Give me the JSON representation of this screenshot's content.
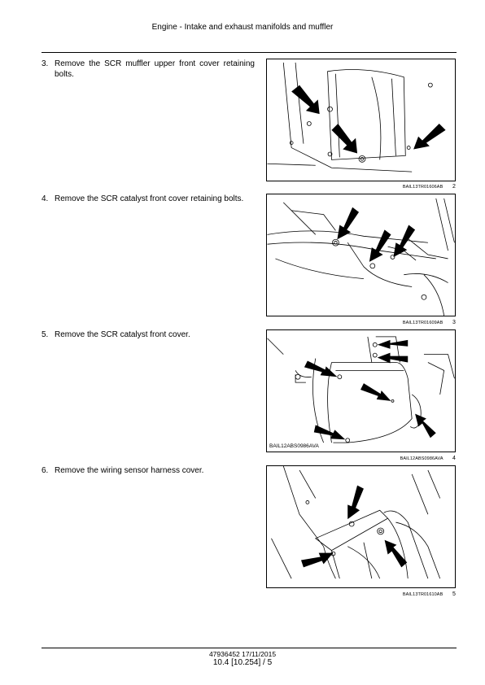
{
  "header": {
    "title": "Engine - Intake and exhaust manifolds and muffler"
  },
  "steps": [
    {
      "number": "3.",
      "text": "Remove the SCR muffler upper front cover retaining bolts.",
      "figure": {
        "code": "BAIL13TR01606AB",
        "number": "2"
      }
    },
    {
      "number": "4.",
      "text": "Remove the SCR catalyst front cover retaining bolts.",
      "figure": {
        "code": "BAIL13TR01609AB",
        "number": "3"
      }
    },
    {
      "number": "5.",
      "text": "Remove the SCR catalyst front cover.",
      "figure": {
        "code": "BAIL12ABS0986AVA",
        "number": "4",
        "inset_label": "BAIL12ABS0986AVA"
      }
    },
    {
      "number": "6.",
      "text": "Remove the wiring sensor harness cover.",
      "figure": {
        "code": "BAIL13TR01610AB",
        "number": "5"
      }
    }
  ],
  "footer": {
    "doc_ref": "47936452 17/11/2015",
    "page": "10.4 [10.254] / 5"
  }
}
